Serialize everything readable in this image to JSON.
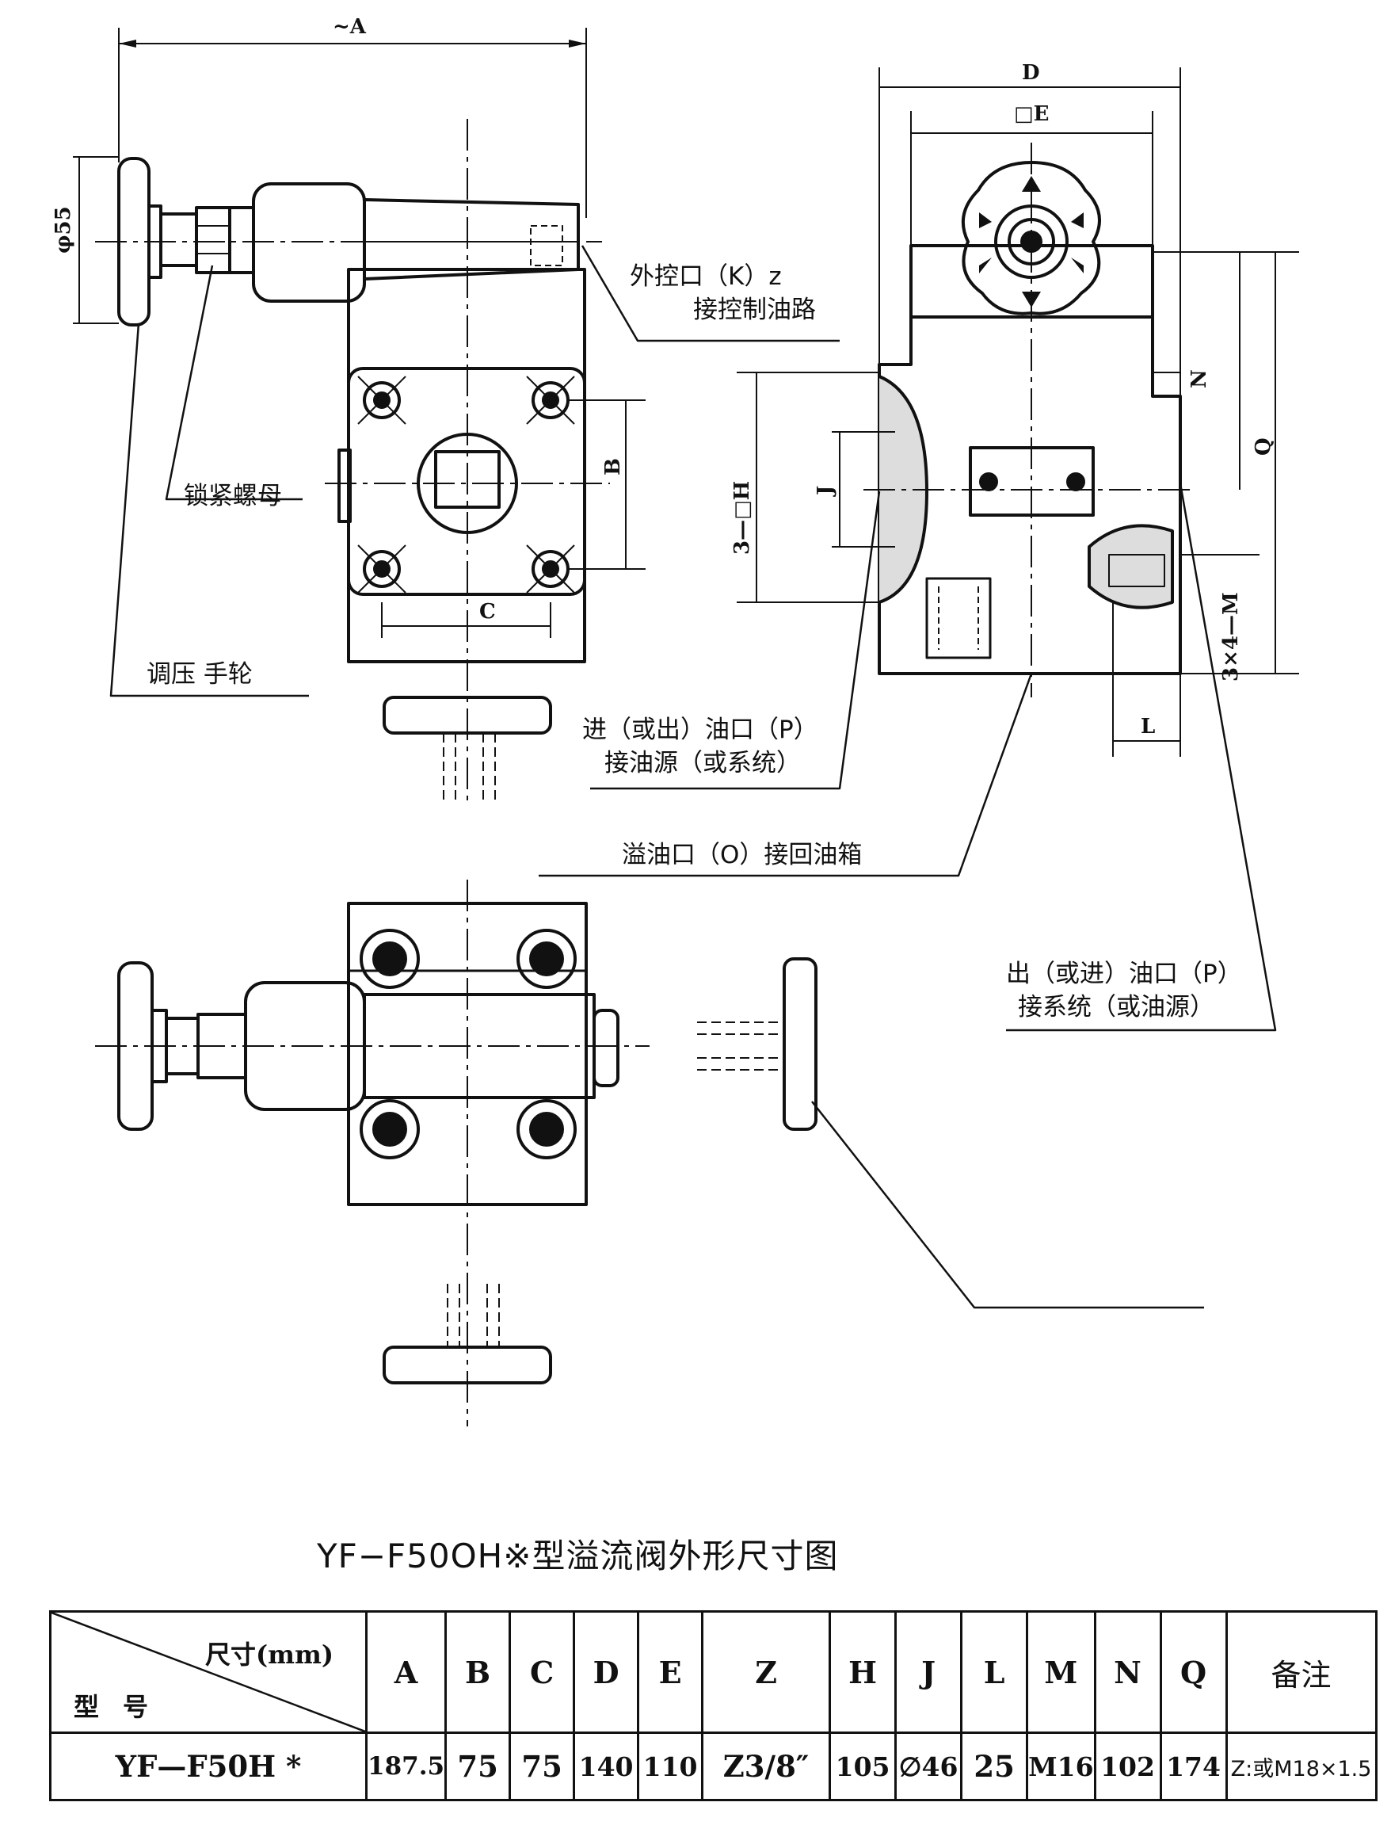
{
  "dimension_labels": {
    "a": "~A",
    "phi55": "φ55",
    "b": "B",
    "c": "C",
    "d": "D",
    "e": "□E",
    "n": "N",
    "q": "Q",
    "j": "J",
    "h": "3—□H",
    "l": "L",
    "m": "3×4—M"
  },
  "callouts": {
    "external_port": [
      "外控口（K）z",
      "接控制油路"
    ],
    "lock_nut": [
      "锁紧螺母"
    ],
    "handwheel": [
      "调压 手轮"
    ],
    "inlet_port": [
      "进（或出）油口（P）",
      "接油源（或系统）"
    ],
    "overflow_port": [
      "溢油口（O）接回油箱"
    ],
    "outlet_port": [
      "出（或进）油口（P）",
      "接系统（或油源）"
    ]
  },
  "figure_title": "YF−F50OH※型溢流阀外形尺寸图",
  "table": {
    "corner_top": "尺寸(mm)",
    "corner_bottom": "型号",
    "headers": [
      "A",
      "B",
      "C",
      "D",
      "E",
      "Z",
      "H",
      "J",
      "L",
      "M",
      "N",
      "Q",
      "备注"
    ],
    "rows": [
      {
        "model": "YF—F50H *",
        "values": [
          "187.5",
          "75",
          "75",
          "140",
          "110",
          "Z3/8″",
          "105",
          "∅46",
          "25",
          "M16",
          "102",
          "174",
          "Z:或M18×1.5"
        ]
      }
    ]
  },
  "colors": {
    "ink": "#111111",
    "paper": "#ffffff"
  }
}
